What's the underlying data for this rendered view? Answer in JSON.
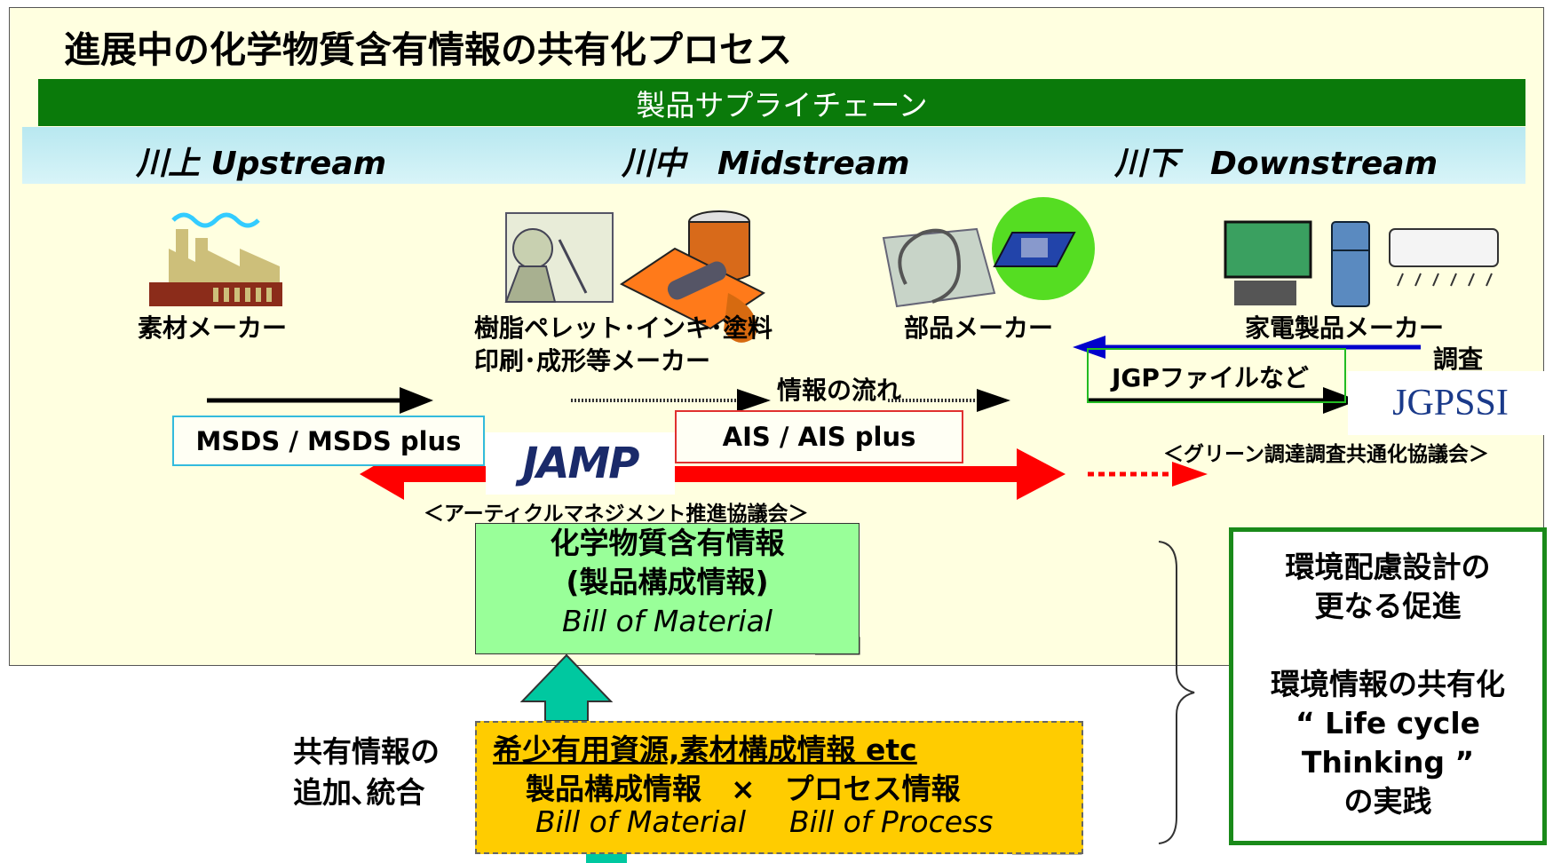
{
  "title": "進展中の化学物質含有情報の共有化プロセス",
  "supply_chain": "製品サプライチェーン",
  "streams": {
    "upstream": "川上  Upstream",
    "midstream": "川中　Midstream",
    "downstream": "川下　Downstream"
  },
  "makers": {
    "material": "素材メーカー",
    "resin_line1": "樹脂ペレット･インキ･塗料",
    "resin_line2": "印刷･成形等メーカー",
    "parts": "部品メーカー",
    "appliance": "家電製品メーカー"
  },
  "survey": "調査",
  "jgp": "JGPファイルなど",
  "info_flow": "情報の流れ",
  "msds": "MSDS / MSDS plus",
  "ais": "AIS / AIS plus",
  "jamp_logo": "JAMP",
  "jamp_org": "＜アーティクルマネジメント推進協議会＞",
  "gpssi_logo": "JGPSSI",
  "gpssi_org": "＜グリーン調達調査共通化協議会＞",
  "center": {
    "line1": "化学物質含有情報",
    "line2": "(製品構成情報)",
    "line3": "Bill of Material"
  },
  "shared": {
    "line1": "共有情報の",
    "line2": "追加､統合"
  },
  "yellow": {
    "line1": "希少有用資源,素材構成情報 etc",
    "line2": "製品構成情報　×　プロセス情報",
    "line3a": "Bill of Material",
    "line3b": "Bill of Process"
  },
  "right_box": {
    "line1": "環境配慮設計の",
    "line2": "更なる促進",
    "line3": "環境情報の共有化",
    "line4": "“ Life cycle",
    "line5": "Thinking ”",
    "line6": "の実践"
  },
  "colors": {
    "panel": "#ffffe0",
    "green_bar": "#0a7a0a",
    "red_arrow": "#ff0000",
    "blue_arrow": "#0000cc",
    "teal_arrow": "#00c8a0",
    "center_box": "#99ff99",
    "yellow_box": "#ffcc00",
    "frame_green": "#1a8a1a"
  },
  "icons": [
    "factory-icon",
    "worker-paint-icon",
    "paint-can-icon",
    "cable-chip-icon",
    "tv-icon",
    "fridge-icon",
    "aircon-icon"
  ]
}
